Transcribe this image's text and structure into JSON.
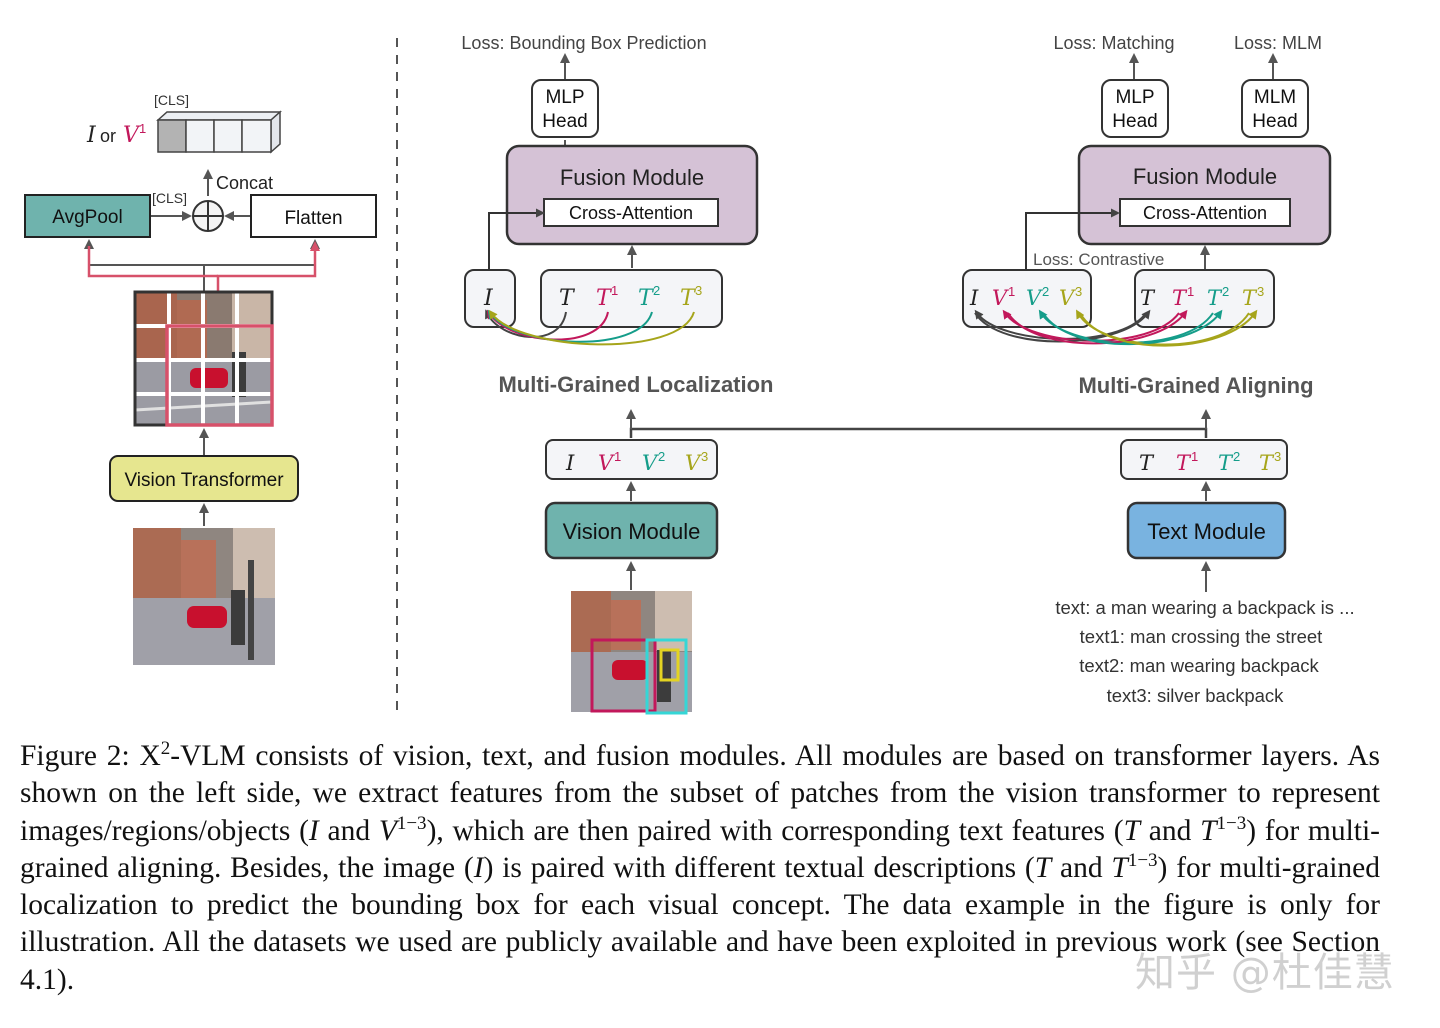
{
  "left": {
    "cls_top": "[CLS]",
    "i_or_v": {
      "I": "I",
      "or": "or",
      "V": "V",
      "sup": "1"
    },
    "concat": "Concat",
    "cls_side": "[CLS]",
    "avgpool": "AvgPool",
    "flatten": "Flatten",
    "vision_transformer": "Vision Transformer"
  },
  "middle": {
    "loss_bbox": "Loss: Bounding Box Prediction",
    "mlp_head": [
      "MLP",
      "Head"
    ],
    "fusion_title": "Fusion Module",
    "cross_attention": "Cross-Attention",
    "title": "Multi-Grained Localization",
    "vision_module": "Vision Module"
  },
  "right": {
    "loss_matching": "Loss: Matching",
    "loss_mlm": "Loss: MLM",
    "mlp_head": [
      "MLP",
      "Head"
    ],
    "mlm_head": [
      "MLM",
      "Head"
    ],
    "fusion_title": "Fusion Module",
    "cross_attention": "Cross-Attention",
    "loss_contrastive": "Loss: Contrastive",
    "title": "Multi-Grained Aligning",
    "text_module": "Text Module",
    "texts": [
      "text: a man wearing a backpack is ...",
      "text1: man crossing the street",
      "text2: man wearing backpack",
      "text3: silver backpack"
    ]
  },
  "colors": {
    "teal": "#6fb3ad",
    "yellow": "#e6e68f",
    "purple": "#d5c2d6",
    "blue": "#79b3e0",
    "red": "#d7516a",
    "magenta": "#c2185b",
    "green": "#159d8a",
    "olive": "#a6a51b",
    "cyan": "#35d6d6"
  },
  "caption": {
    "l1a": "Figure 2: X",
    "l1sup": "2",
    "l1b": "-VLM consists of vision, text, and fusion modules. All modules are based on transformer layers. As shown on the left side, we extract features from the subset of patches from the vision transformer to represent images/regions/objects (",
    "I": "I",
    "and1": " and ",
    "V": "V",
    "sup13a": "1−3",
    "l3b": "), which are then paired with corresponding text features (",
    "T1": "T",
    "and2": " and ",
    "T2": "T",
    "sup13b": "1−3",
    "l4b": ") for multi-grained aligning. Besides, the image (",
    "I2": "I",
    "l4c": ") is paired with different textual descriptions (",
    "T3": "T",
    "and3": " and ",
    "T4": "T",
    "sup13c": "1−3",
    "l5b": ") for multi-grained localization to predict the bounding box for each visual concept. The data example in the figure is only for illustration. All the datasets we used are publicly available and have been exploited in previous work (see Section 4.1)."
  },
  "watermark": "知乎 @杜佳慧"
}
